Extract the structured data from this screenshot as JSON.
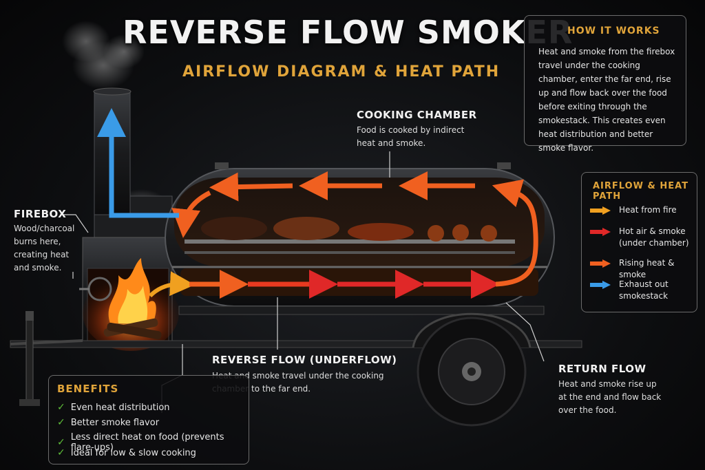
{
  "title": "REVERSE FLOW SMOKER",
  "subtitle": "AIRFLOW DIAGRAM & HEAT PATH",
  "how_it_works": {
    "title": "HOW IT WORKS",
    "body": "Heat and smoke from the firebox travel under the cooking chamber, enter the far end, rise up and flow back over the food before exiting through the smokestack. This creates even heat distribution and better smoke flavor."
  },
  "legend": {
    "title": "AIRFLOW & HEAT PATH",
    "items": [
      {
        "label": "Heat from fire",
        "color": "#f0a020"
      },
      {
        "label": "Hot air & smoke (under chamber)",
        "color": "#e02828"
      },
      {
        "label": "Rising heat & smoke",
        "color": "#f06020"
      },
      {
        "label": "Exhaust out smokestack",
        "color": "#3a9be8"
      }
    ]
  },
  "labels": {
    "cooking_chamber": {
      "title": "COOKING CHAMBER",
      "body": "Food is cooked by indirect heat and smoke."
    },
    "firebox": {
      "title": "FIREBOX",
      "body": "Wood/charcoal burns here, creating heat and smoke."
    },
    "reverse_flow": {
      "title": "REVERSE FLOW (UNDERFLOW)",
      "body": "Heat and smoke travel under the cooking chamber to the far end."
    },
    "return_flow": {
      "title": "RETURN FLOW",
      "body": "Heat and smoke rise up at the end and flow back over the food."
    }
  },
  "benefits": {
    "title": "BENEFITS",
    "items": [
      "Even heat distribution",
      "Better smoke flavor",
      "Less direct heat on food (prevents flare-ups)",
      "Ideal for low & slow cooking"
    ]
  }
}
